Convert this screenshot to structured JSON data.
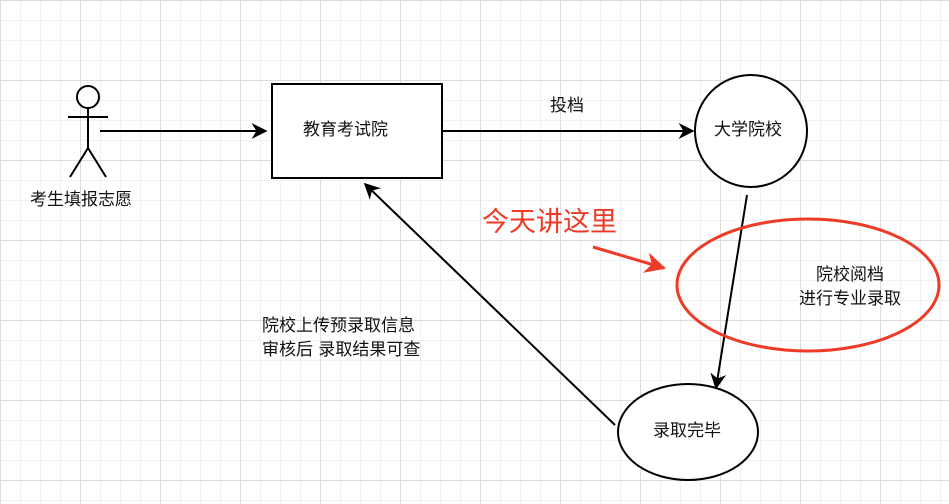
{
  "actor": {
    "label": "考生填报志愿"
  },
  "nodes": {
    "exam_institute": "教育考试院",
    "university": "大学院校",
    "admission_done": "录取完毕"
  },
  "edges": {
    "file_submit": "投档",
    "feedback_line1": "院校上传预录取信息",
    "feedback_line2": "审核后 录取结果可查"
  },
  "annotation": {
    "today_text": "今天讲这里",
    "highlight_line1": "院校阅档",
    "highlight_line2": "进行专业录取",
    "color": "#ee3b27"
  }
}
